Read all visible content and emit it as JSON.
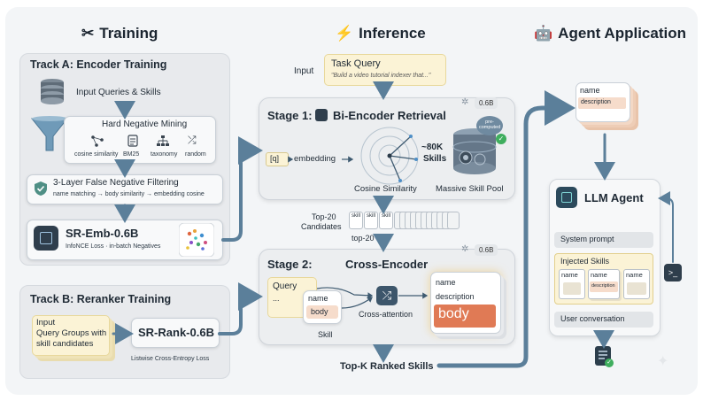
{
  "columns": {
    "training": {
      "icon": "tools-icon",
      "title": "Training"
    },
    "inference": {
      "icon": "lightning-icon",
      "title": "Inference"
    },
    "agent": {
      "icon": "robot-icon",
      "title": "Agent Application"
    }
  },
  "track_a": {
    "title": "Track A: Encoder Training",
    "input": "Input Queries & Skills",
    "mining_title": "Hard Negative Mining",
    "mining_methods": [
      "cosine similarity",
      "BM25",
      "taxonomy",
      "random"
    ],
    "filtering_title": "3-Layer False Negative Filtering",
    "filtering_desc": "name matching → body similarity → embedding cosine",
    "model_name": "SR-Emb-0.6B",
    "model_desc": "InfoNCE Loss · in-batch Negatives"
  },
  "track_b": {
    "title": "Track B: Reranker Training",
    "input_label": "Input",
    "input_desc_1": "Query Groups with",
    "input_desc_2": "skill candidates",
    "model_name": "SR-Rank-0.6B",
    "model_desc": "Listwise Cross-Entropy Loss"
  },
  "inference": {
    "input_label": "Input",
    "query_title": "Task Query",
    "query_example": "\"Build a video tutorial indexer that...\"",
    "stage1": {
      "prefix": "Stage 1:",
      "title": "Bi-Encoder Retrieval",
      "badge": "0.6B",
      "q_token": "[q]",
      "embedding": "embedding",
      "similarity": "Cosine Similarity",
      "count": "~80K",
      "count_unit": "Skills",
      "precomputed": "pre-computed",
      "pool": "Massive Skill Pool"
    },
    "top20_label_1": "Top-20",
    "top20_label_2": "Candidates",
    "top20_short": "top-20",
    "skill_chip": "skill",
    "stage2": {
      "prefix": "Stage 2:",
      "title": "Cross-Encoder",
      "badge": "0.6B",
      "query": "Query",
      "ellipsis": "...",
      "name": "name",
      "body": "body",
      "skill": "Skill",
      "attention": "Cross-attention",
      "out_name": "name",
      "out_description": "description",
      "out_body": "body"
    },
    "output": "Top-K Ranked Skills"
  },
  "agent": {
    "card_name": "name",
    "card_description": "description",
    "title": "LLM Agent",
    "system_prompt": "System prompt",
    "injected_title": "Injected Skills",
    "injected": [
      "name",
      "name",
      "name"
    ],
    "injected_desc": "description",
    "user_conversation": "User conversation"
  },
  "colors": {
    "arrow": "#5b7f9a",
    "body_orange": "#e07a55",
    "note_yellow": "#fbf3d6",
    "name_peach": "#f6dccb"
  }
}
